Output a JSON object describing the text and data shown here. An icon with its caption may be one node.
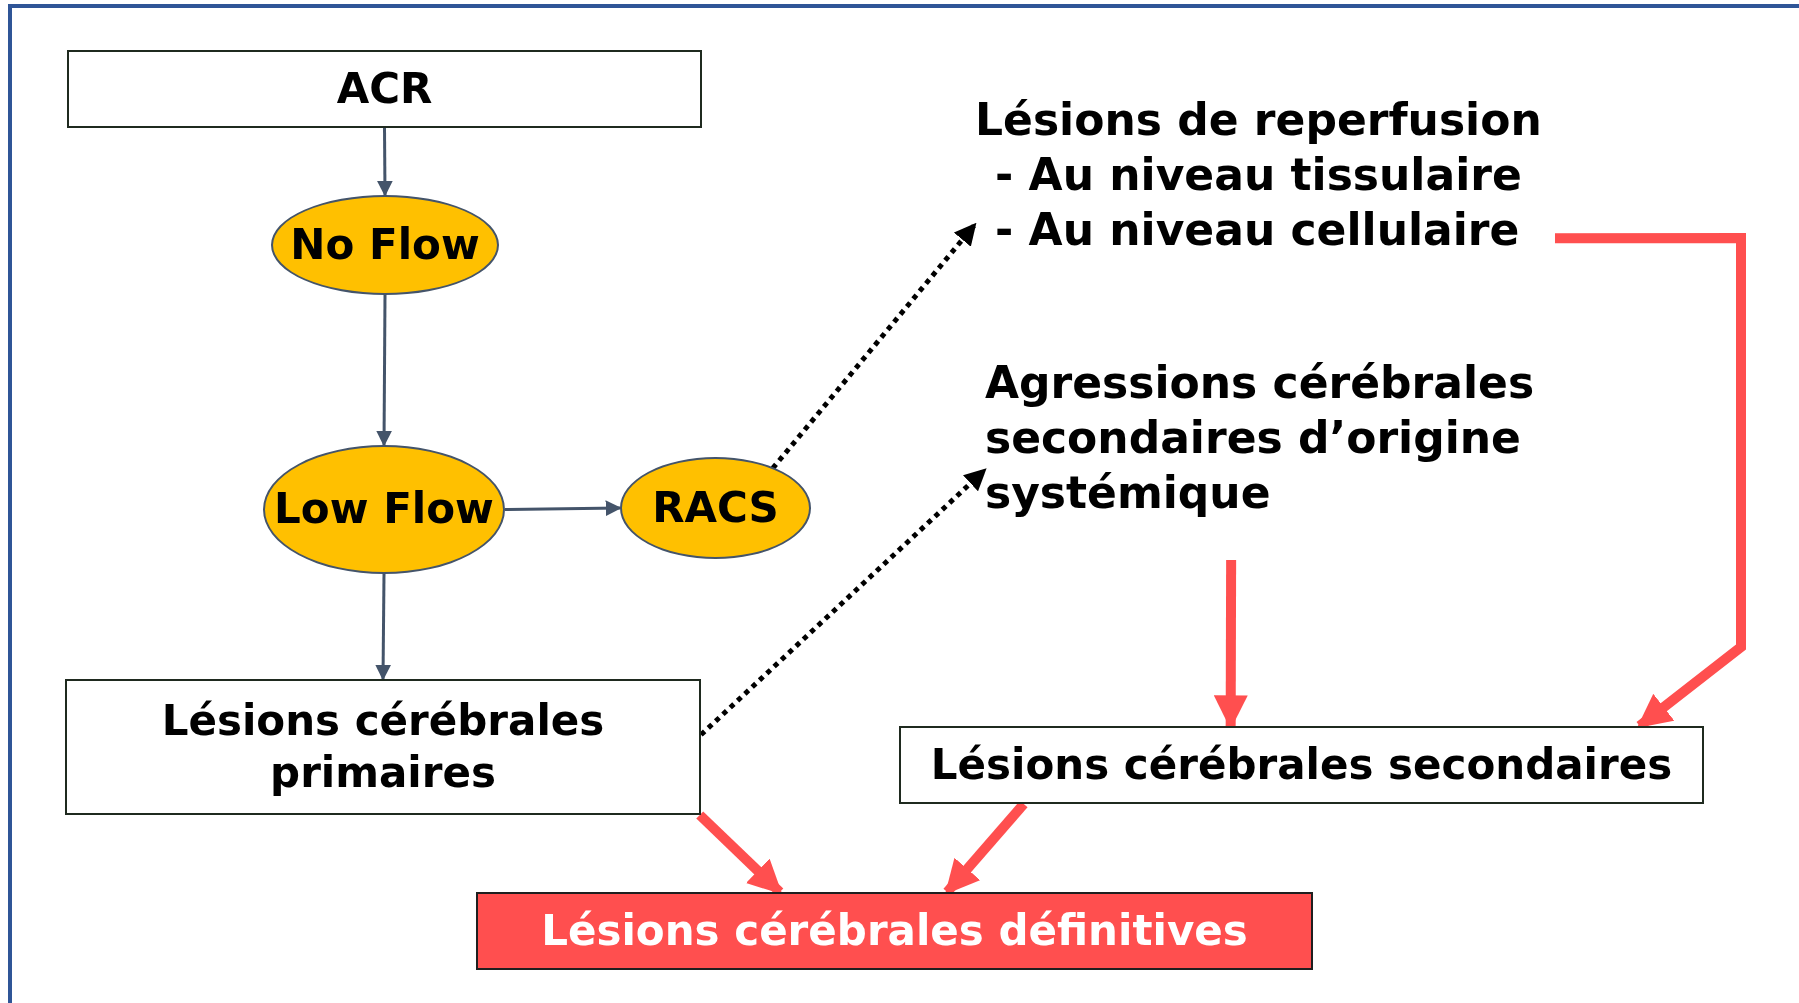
{
  "diagram": {
    "nodes": [
      {
        "text": [
          "ACR"
        ]
      },
      {
        "text": [
          "No Flow"
        ]
      },
      {
        "text": [
          "Low Flow"
        ]
      },
      {
        "text": [
          "RACS"
        ]
      },
      {
        "text": [
          "Lésions cérébrales primaires"
        ]
      },
      {
        "text": [
          "Lésions de reperfusion",
          "- Au niveau tissulaire",
          "- Au niveau cellulaire"
        ]
      },
      {
        "text": [
          "Agressions cérébrales secondaires d’origine systémique"
        ]
      },
      {
        "text": [
          "Lésions cérébrales secondaires"
        ]
      },
      {
        "text": [
          "Lésions cérébrales définitives"
        ]
      }
    ],
    "edges": [
      {
        "from": 0,
        "to": 1,
        "arrow": "to"
      },
      {
        "from": 1,
        "to": 2,
        "arrow": "to"
      },
      {
        "from": 2,
        "to": 3,
        "arrow": "to"
      },
      {
        "from": 2,
        "to": 4,
        "arrow": "to"
      },
      {
        "from": 3,
        "to": 5,
        "arrow": "to",
        "style": "dashed",
        "color": "#000000"
      },
      {
        "from": 4,
        "to": 6,
        "arrow": "to",
        "style": "dashed",
        "color": "#000000"
      },
      {
        "from": 6,
        "to": 7,
        "arrow": "to",
        "style": "thick",
        "color": "#ff4f4f"
      },
      {
        "from": 5,
        "to": 7,
        "arrow": "to",
        "style": "thick",
        "color": "#ff4f4f"
      },
      {
        "from": 4,
        "to": 8,
        "arrow": "to",
        "style": "thick",
        "color": "#ff4f4f"
      },
      {
        "from": 7,
        "to": 8,
        "arrow": "to",
        "style": "thick",
        "color": "#ff4f4f"
      }
    ]
  }
}
